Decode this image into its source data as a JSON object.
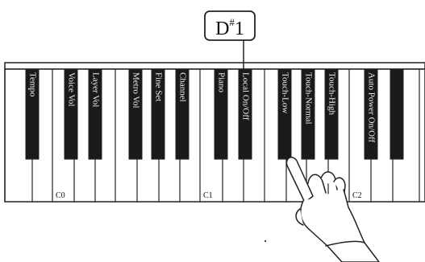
{
  "callout": {
    "note": "D",
    "accidental": "#",
    "octave": "1"
  },
  "octave_labels": [
    {
      "text": "C0",
      "white_index": 2
    },
    {
      "text": "C1",
      "white_index": 9
    },
    {
      "text": "C2",
      "white_index": 16
    }
  ],
  "black_key_labels": [
    {
      "index": 0,
      "text": "Tempo"
    },
    {
      "index": 1,
      "text": "Voice Vol"
    },
    {
      "index": 2,
      "text": "Layer Vol"
    },
    {
      "index": 3,
      "text": "Metro Vol"
    },
    {
      "index": 4,
      "text": "Fine Set"
    },
    {
      "index": 5,
      "text": "Channel"
    },
    {
      "index": 6,
      "text": "Piano"
    },
    {
      "index": 7,
      "text": "Local On/Off"
    },
    {
      "index": 8,
      "text": "Touch-Low"
    },
    {
      "index": 9,
      "text": "Touch-Normal"
    },
    {
      "index": 10,
      "text": "Touch-High"
    },
    {
      "index": 11,
      "text": "Auto Power On/Off"
    },
    {
      "index": 12,
      "text": ""
    }
  ],
  "colors": {
    "key_black": "#1a1a1a",
    "line": "#222222",
    "label_text": "#f2f2f2"
  },
  "icons": {
    "pressing_hand": "hand-icon"
  }
}
